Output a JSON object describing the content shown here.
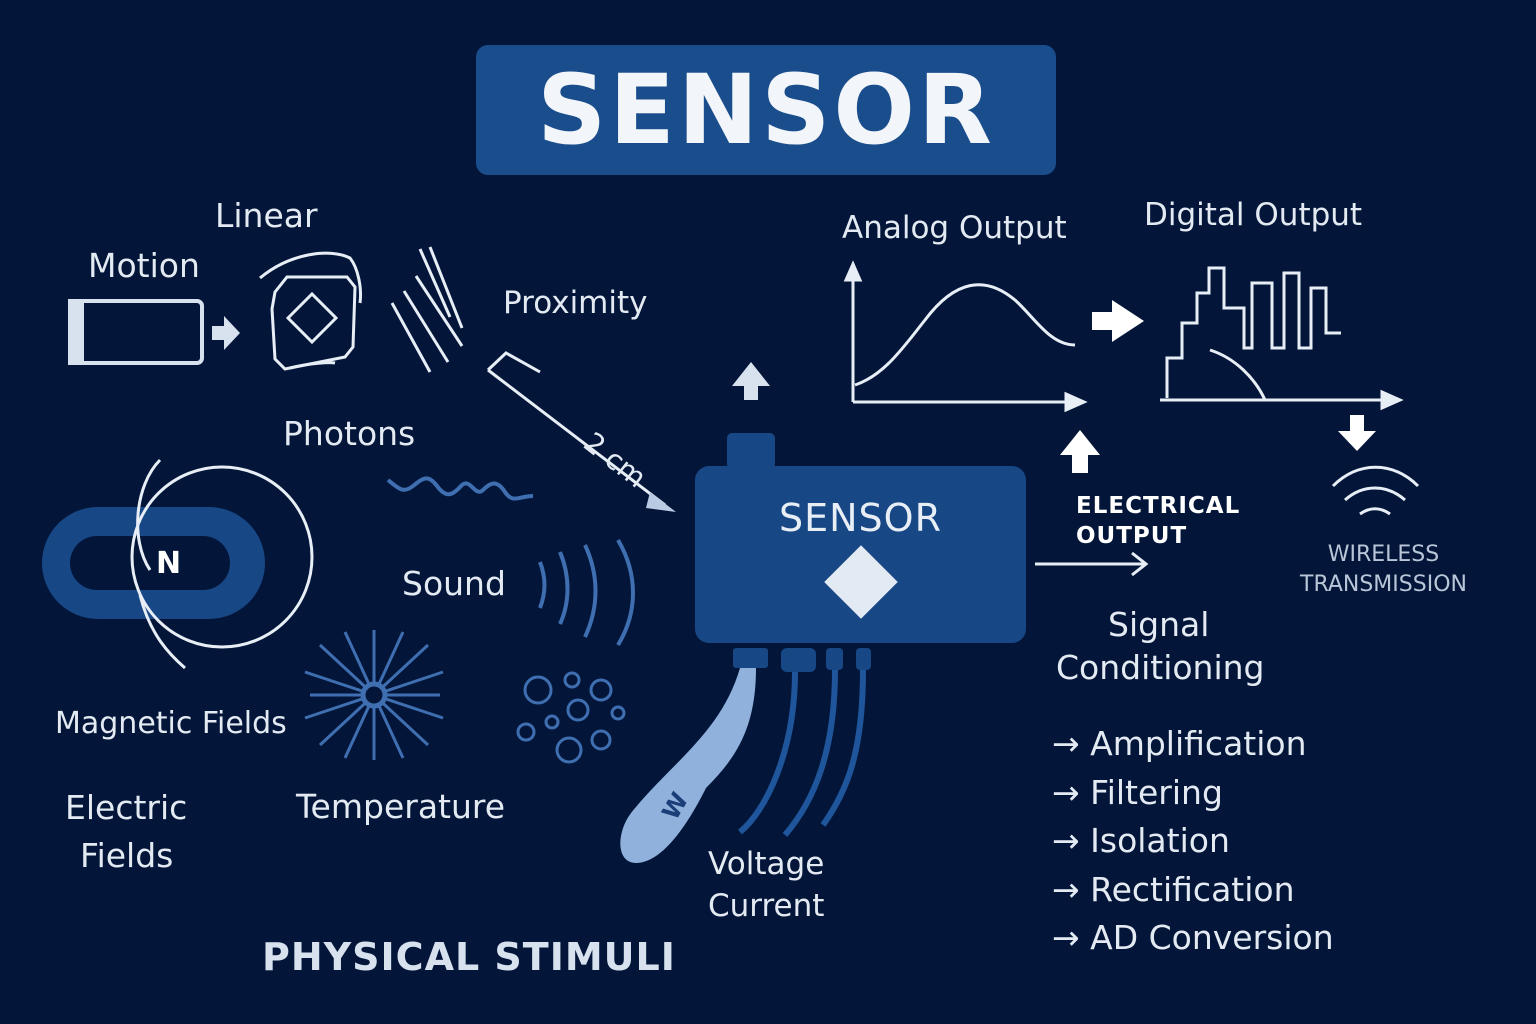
{
  "title": "SENSOR",
  "stimuli": {
    "motion": "Motion",
    "linear": "Linear",
    "proximity": "Proximity",
    "distance": "2 cm",
    "photons": "Photons",
    "magnet_pole": "N",
    "sound": "Sound",
    "magnetic_fields": "Magnetic Fields",
    "electric_fields_1": "Electric",
    "electric_fields_2": "Fields",
    "temperature": "Temperature",
    "heading": "PHYSICAL STIMULI"
  },
  "sensor": {
    "label": "SENSOR",
    "probe_mark": "W"
  },
  "outputs": {
    "analog": "Analog Output",
    "digital": "Digital Output",
    "electrical_1": "ELECTRICAL",
    "electrical_2": "OUTPUT",
    "wireless_1": "WIRELESS",
    "wireless_2": "TRANSMISSION",
    "voltage": "Voltage",
    "current": "Current"
  },
  "conditioning": {
    "title_1": "Signal",
    "title_2": "Conditioning",
    "items": [
      "→ Amplification",
      "→ Filtering",
      "→ Isolation",
      "→ Rectification",
      "→ AD Conversion"
    ]
  },
  "colors": {
    "background": "#03163a",
    "box": "#184785",
    "accent": "#3f6fb0",
    "light": "#e3eaf2"
  }
}
